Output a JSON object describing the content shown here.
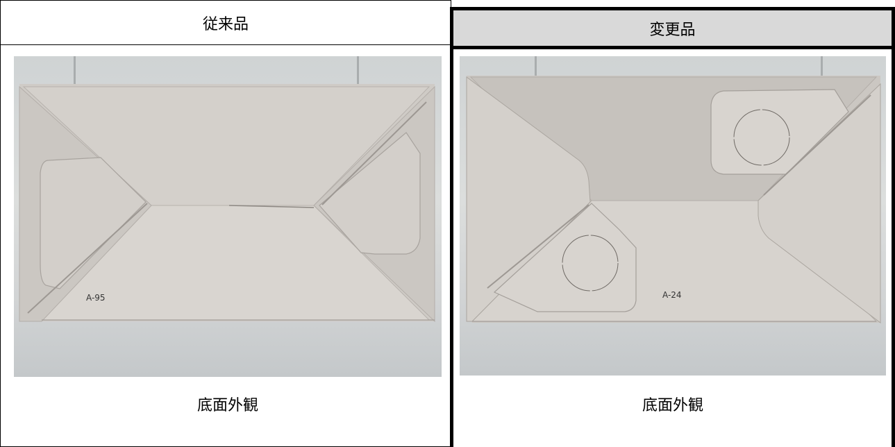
{
  "columns": [
    {
      "header": "従来品",
      "caption": "底面外観",
      "box_label": "A-95"
    },
    {
      "header": "変更品",
      "caption": "底面外観",
      "box_label": "A-24"
    }
  ]
}
